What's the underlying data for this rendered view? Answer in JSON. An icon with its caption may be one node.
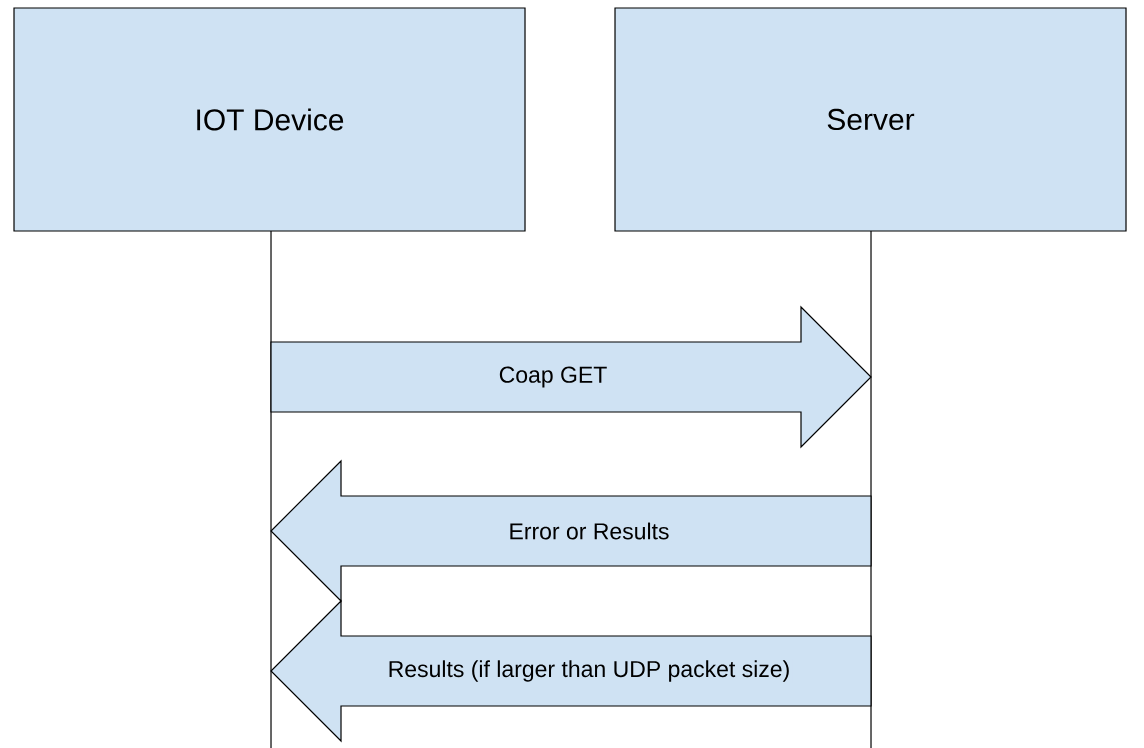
{
  "diagram": {
    "nodes": [
      {
        "text": [
          "IOT Device"
        ]
      },
      {
        "text": [
          "Server"
        ]
      },
      {
        "text": [],
        "shape": "line"
      },
      {
        "text": [],
        "shape": "line"
      }
    ],
    "edges": [
      {
        "from": 2,
        "to": 3,
        "arrow": "to",
        "label": "Coap GET"
      },
      {
        "from": 3,
        "to": 2,
        "arrow": "to",
        "label": "Error or Results"
      },
      {
        "from": 3,
        "to": 2,
        "arrow": "to",
        "label": "Results (if larger than UDP packet size)"
      }
    ]
  }
}
